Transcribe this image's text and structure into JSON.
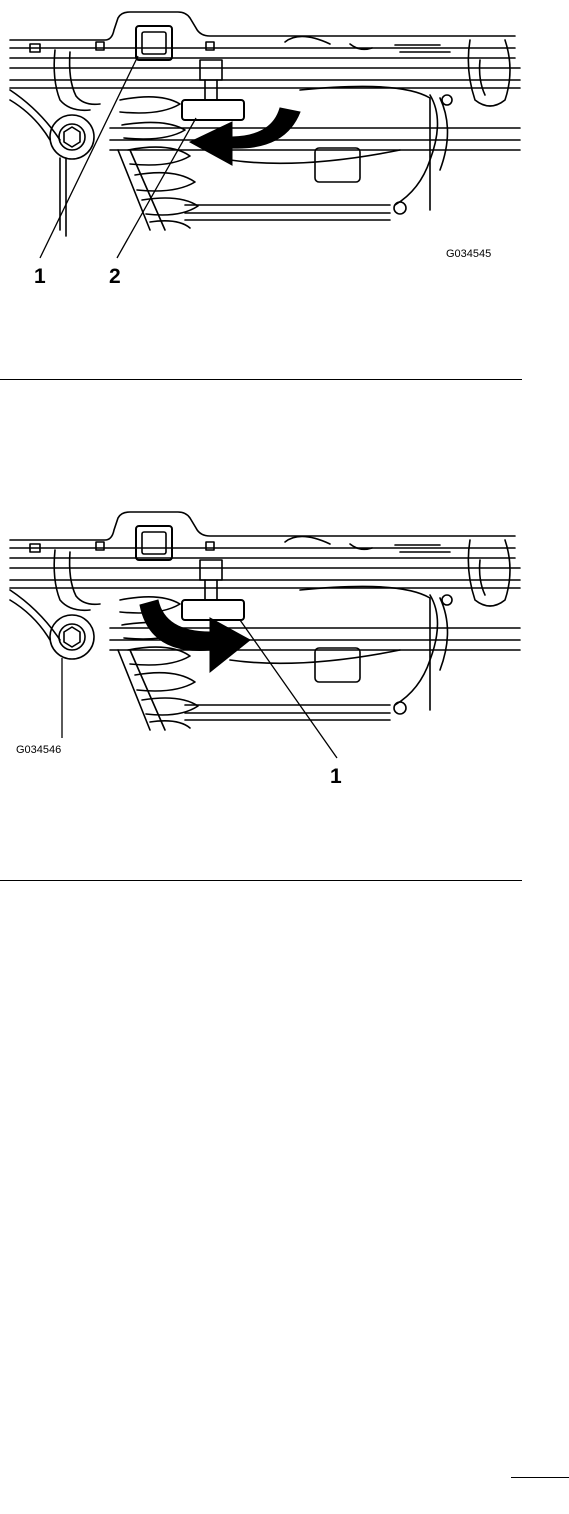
{
  "figures": [
    {
      "id": "G034545",
      "callouts": [
        "1",
        "2"
      ],
      "arrow_direction": "left",
      "colors": {
        "line": "#000000",
        "arrow": "#000000",
        "background": "#ffffff"
      }
    },
    {
      "id": "G034546",
      "callouts": [
        "1"
      ],
      "arrow_direction": "right",
      "colors": {
        "line": "#000000",
        "arrow": "#000000",
        "background": "#ffffff"
      }
    }
  ]
}
